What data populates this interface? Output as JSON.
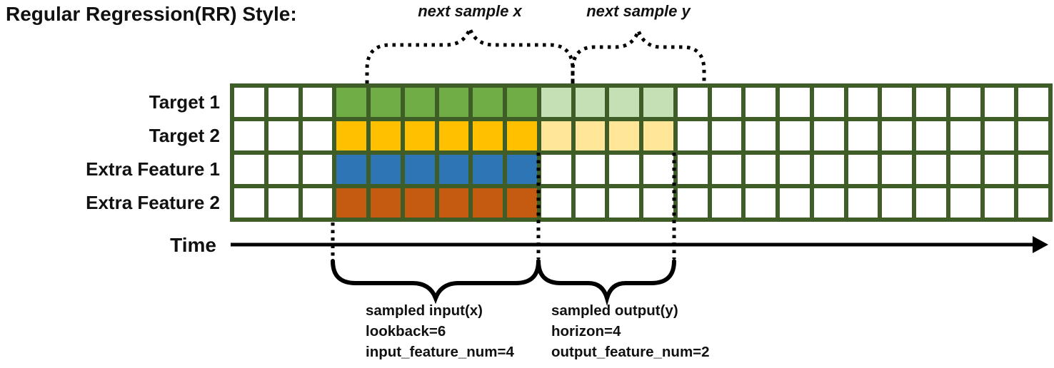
{
  "title": "Regular Regression(RR) Style:",
  "top_annotations": {
    "next_sample_x": "next sample x",
    "next_sample_y": "next sample y"
  },
  "rows": [
    {
      "label": "Target 1",
      "colors": {
        "input": "#70AD47",
        "output": "#C5E0B4"
      }
    },
    {
      "label": "Target 2",
      "colors": {
        "input": "#FFC000",
        "output": "#FFE699"
      }
    },
    {
      "label": "Extra Feature 1",
      "colors": {
        "input": "#2E75B6",
        "output": null
      }
    },
    {
      "label": "Extra Feature 2",
      "colors": {
        "input": "#C55A11",
        "output": null
      }
    }
  ],
  "grid": {
    "columns": 24,
    "lead_blank_columns": 3,
    "input_window_columns": 6,
    "output_window_columns": 4,
    "border_color": "#3F5D26",
    "cell_color": "#FFFFFF"
  },
  "time_label": "Time",
  "input_annotation": {
    "line1": "sampled input(x)",
    "line2": "lookback=6",
    "line3": "input_feature_num=4"
  },
  "output_annotation": {
    "line1": "sampled output(y)",
    "line2": "horizon=4",
    "line3": "output_feature_num=2"
  },
  "line_color": "#000000"
}
